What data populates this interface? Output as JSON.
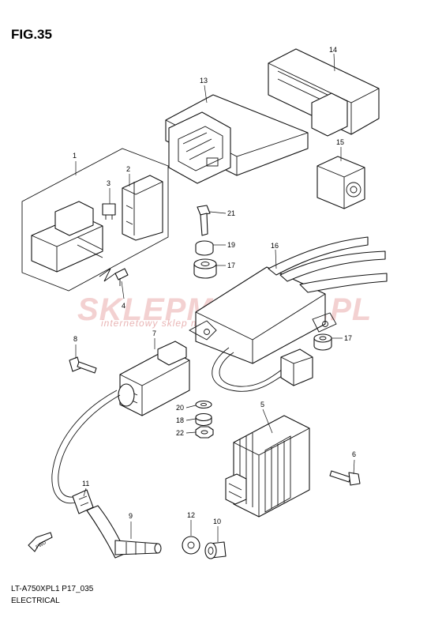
{
  "header": {
    "title": "FIG.35"
  },
  "footer": {
    "code": "LT-A750XPL1 P17_035",
    "section": "ELECTRICAL"
  },
  "watermark": {
    "brand": "SKLEPMOTO46.PL",
    "tagline": "internetowy sklep motocyklowy"
  },
  "callouts": {
    "c1": "1",
    "c2": "2",
    "c3": "3",
    "c4": "4",
    "c5": "5",
    "c6": "6",
    "c7": "7",
    "c8": "8",
    "c9": "9",
    "c10": "10",
    "c11": "11",
    "c12": "12",
    "c13": "13",
    "c14": "14",
    "c15": "15",
    "c16": "16",
    "c17a": "17",
    "c17b": "17",
    "c18": "18",
    "c19": "19",
    "c20": "20",
    "c21": "21",
    "c22": "22"
  },
  "direction_mark": {
    "label": "FWD"
  },
  "colors": {
    "line": "#111111",
    "watermark": "#f2c9c9"
  }
}
